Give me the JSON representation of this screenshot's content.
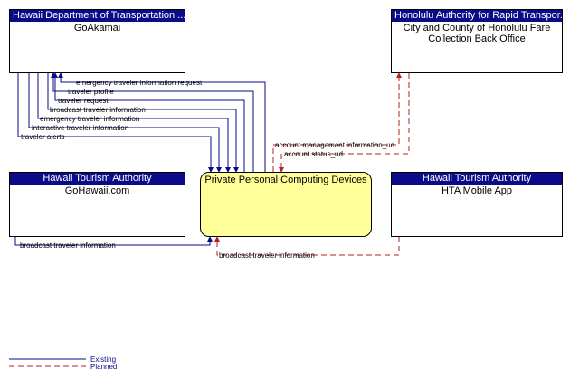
{
  "nodes": {
    "goakamai": {
      "header": "Hawaii Department of Transportation ...",
      "name": "GoAkamai"
    },
    "honolulu": {
      "header": "Honolulu Authority for Rapid Transpor...",
      "name": "City and County of Honolulu Fare Collection Back Office"
    },
    "gohawaii": {
      "header": "Hawaii Tourism Authority",
      "name": "GoHawaii.com"
    },
    "center": {
      "name": "Private Personal Computing Devices"
    },
    "htaapp": {
      "header": "Hawaii Tourism Authority",
      "name": "HTA Mobile App"
    }
  },
  "flows": {
    "f1": "emergency traveler information request",
    "f2": "traveler profile",
    "f3": "traveler request",
    "f4": "broadcast traveler information",
    "f5": "emergency traveler information",
    "f6": "interactive traveler information",
    "f7": "traveler alerts",
    "f8": "account management information_ud",
    "f9": "account status_ud",
    "f10": "broadcast traveler information",
    "f11": "broadcast traveler information"
  },
  "legend": {
    "existing": "Existing",
    "planned": "Planned"
  },
  "colors": {
    "existing": "#0b0b8a",
    "planned": "#b22222",
    "header_bg": "#0b0b8a",
    "center_fill": "#ffff99"
  }
}
